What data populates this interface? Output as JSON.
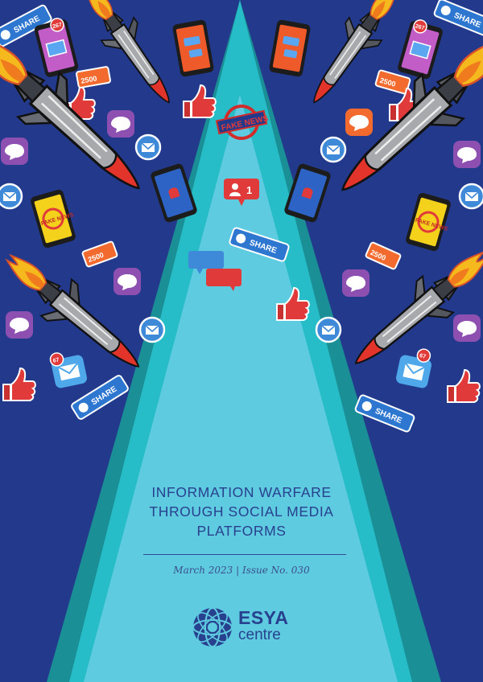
{
  "cover": {
    "title_lines": [
      "INFORMATION WARFARE",
      "THROUGH SOCIAL MEDIA",
      "PLATFORMS"
    ],
    "issue_line": "March 2023 | Issue No. 030",
    "logo": {
      "word": "ESYA",
      "sub": "centre"
    }
  },
  "stickers": {
    "share": "SHARE",
    "fake_news": "FAKE NEWS",
    "follower_count": "1",
    "like_count": "2500",
    "mail_badge_a": "267",
    "mail_badge_b": "67"
  },
  "colors": {
    "background": "#233a8c",
    "beam_outer": "#1a8f96",
    "beam_mid": "#27bdc8",
    "beam_inner": "#5fcbe0",
    "title_text": "#27418f",
    "alert_red": "#e03a3a",
    "icon_orange": "#f26a2e",
    "icon_purple": "#8d4fb0"
  }
}
